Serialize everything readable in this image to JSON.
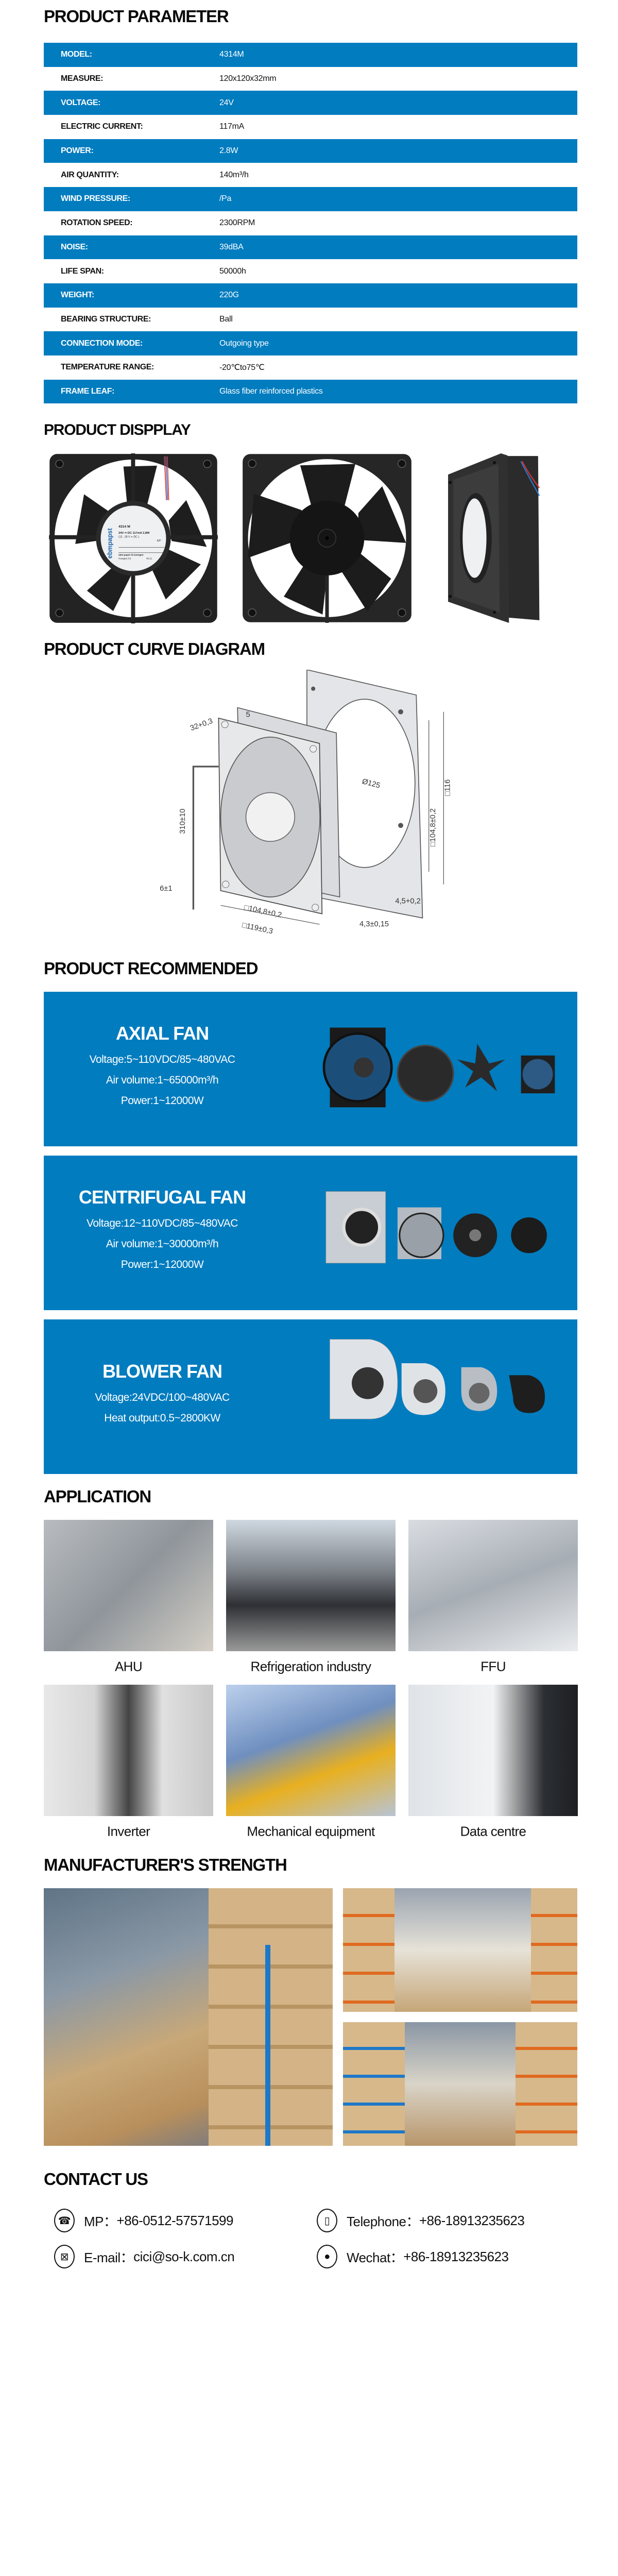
{
  "sections": {
    "parameter": "PRODUCT PARAMETER",
    "display": "PRODUCT DISPPLAY",
    "curve": "PRODUCT CURVE DIAGRAM",
    "recommended": "PRODUCT RECOMMENDED",
    "application": "APPLICATION",
    "strength": "MANUFACTURER'S STRENGTH",
    "contact": "CONTACT US"
  },
  "parameters": [
    {
      "label": "MODEL:",
      "value": "4314M"
    },
    {
      "label": "MEASURE:",
      "value": "120x120x32mm"
    },
    {
      "label": "VOLTAGE:",
      "value": "24V"
    },
    {
      "label": "ELECTRIC CURRENT:",
      "value": "117mA"
    },
    {
      "label": "POWER:",
      "value": "2.8W"
    },
    {
      "label": "AIR QUANTITY:",
      "value": "140m³/h"
    },
    {
      "label": "WIND PRESSURE:",
      "value": "/Pa"
    },
    {
      "label": "ROTATION SPEED:",
      "value": "2300RPM"
    },
    {
      "label": "NOISE:",
      "value": "39dBA"
    },
    {
      "label": "LIFE SPAN:",
      "value": "50000h"
    },
    {
      "label": "WEIGHT:",
      "value": "220G"
    },
    {
      "label": "BEARING STRUCTURE:",
      "value": "Ball"
    },
    {
      "label": "CONNECTION MODE:",
      "value": "Outgoing type"
    },
    {
      "label": "TEMPERATURE RANGE:",
      "value": "-20℃to75℃"
    },
    {
      "label": "FRAME LEAF:",
      "value": "Glass fiber reinforced plastics"
    }
  ],
  "fan_label": {
    "brand": "ebmpapst",
    "model": "4314 M",
    "spec": "24V ⎓ DC 117mA 2,8W",
    "range": "(12 - 28 V ⎓ DC )",
    "maker": "ebm-papst St.Georgen",
    "origin": "Hungary (V)",
    "code": "48.21",
    "ep": "EP"
  },
  "diagram": {
    "depth": "32+0,3",
    "inset": "5",
    "cable": "310±10",
    "strip": "6±1",
    "hole_inner": "□104,8±0,2",
    "frame": "□119±0,3",
    "flange": "4,3±0,15",
    "hole_dia": "4,5+0,2",
    "cutout": "Ø125",
    "cut_holes": "□104,8±0,2",
    "cut_square": "□116"
  },
  "colors": {
    "accent": "#007cbf"
  },
  "recommended": [
    {
      "title": "AXIAL FAN",
      "lines": [
        "Voltage:5~110VDC/85~480VAC",
        "Air volume:1~65000m³/h",
        "Power:1~12000W"
      ]
    },
    {
      "title": "CENTRIFUGAL FAN",
      "lines": [
        "Voltage:12~110VDC/85~480VAC",
        "Air volume:1~30000m³/h",
        "Power:1~12000W"
      ]
    },
    {
      "title": "BLOWER FAN",
      "lines": [
        "Voltage:24VDC/100~480VAC",
        "Heat output:0.5~2800KW"
      ]
    }
  ],
  "applications": [
    "AHU",
    "Refrigeration industry",
    "FFU",
    "Inverter",
    "Mechanical equipment",
    "Data centre"
  ],
  "contact": {
    "mp_label": "MP：",
    "mp": "+86-0512-57571599",
    "tel_label": "Telephone：",
    "tel": "+86-18913235623",
    "email_label": "E-mail：",
    "email": "cici@so-k.com.cn",
    "wechat_label": "Wechat：",
    "wechat": "+86-18913235623",
    "icons": [
      "phone-icon",
      "mobile-icon",
      "mail-icon",
      "wechat-icon"
    ]
  }
}
